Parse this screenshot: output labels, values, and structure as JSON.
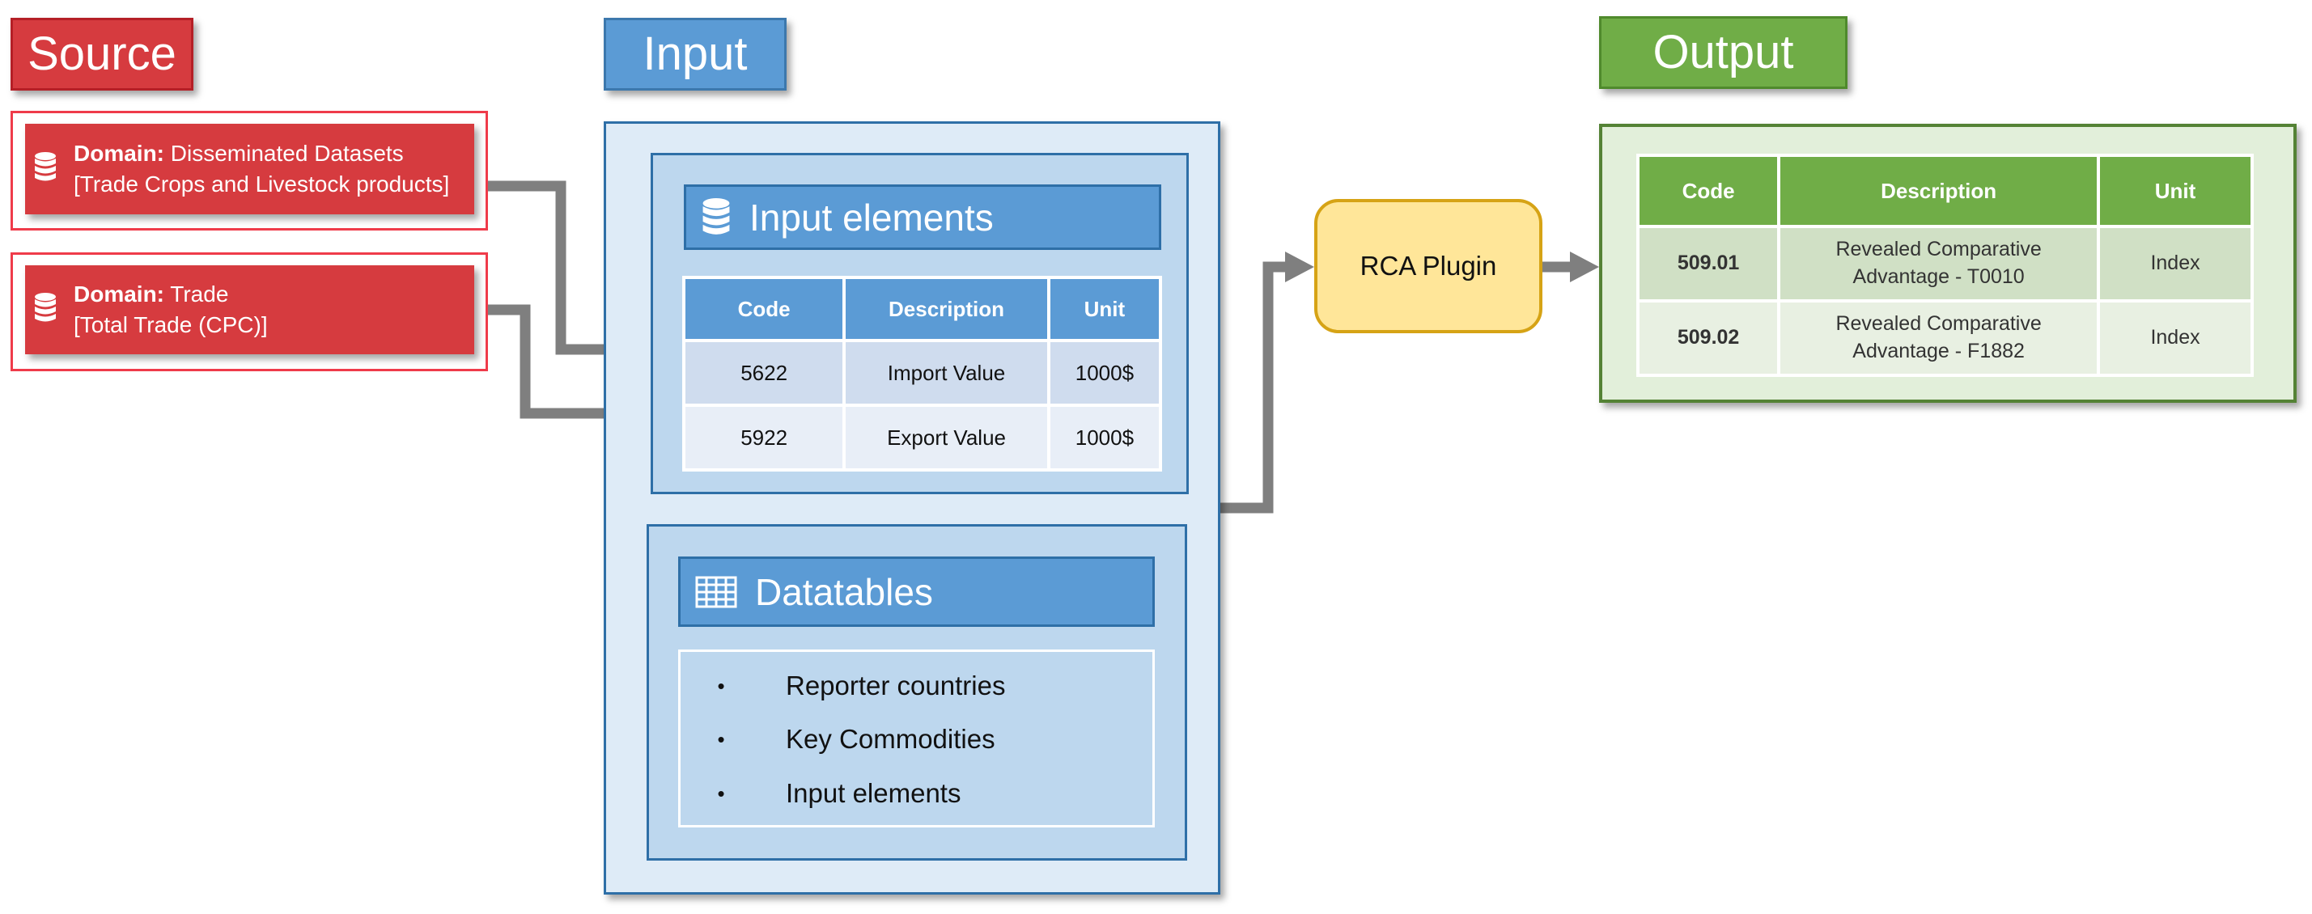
{
  "source": {
    "title": "Source",
    "domains": [
      {
        "label": "Domain:",
        "name": "Disseminated Datasets",
        "detail": "[Trade Crops and Livestock products]"
      },
      {
        "label": "Domain:",
        "name": "Trade",
        "detail": "[Total Trade (CPC)]"
      }
    ]
  },
  "input": {
    "title": "Input",
    "elements": {
      "title": "Input elements",
      "icon": "database-icon",
      "headers": [
        "Code",
        "Description",
        "Unit"
      ],
      "rows": [
        [
          "5622",
          "Import Value",
          "1000$"
        ],
        [
          "5922",
          "Export Value",
          "1000$"
        ]
      ]
    },
    "datatables": {
      "title": "Datatables",
      "icon": "table-icon",
      "bullet": "•",
      "items": [
        "Reporter countries",
        "Key Commodities",
        "Input elements"
      ]
    }
  },
  "plugin": {
    "label": "RCA Plugin"
  },
  "output": {
    "title": "Output",
    "headers": [
      "Code",
      "Description",
      "Unit"
    ],
    "rows": [
      {
        "code": "509.01",
        "desc_line1": "Revealed Comparative",
        "desc_line2": "Advantage - T0010",
        "unit": "Index"
      },
      {
        "code": "509.02",
        "desc_line1": "Revealed Comparative",
        "desc_line2": "Advantage - F1882",
        "unit": "Index"
      }
    ]
  },
  "colors": {
    "source_red": "#d63b3f",
    "input_blue": "#5b9bd5",
    "output_green": "#70ad47",
    "plugin_yellow": "#ffe699",
    "connector_gray": "#7f7f7f"
  }
}
